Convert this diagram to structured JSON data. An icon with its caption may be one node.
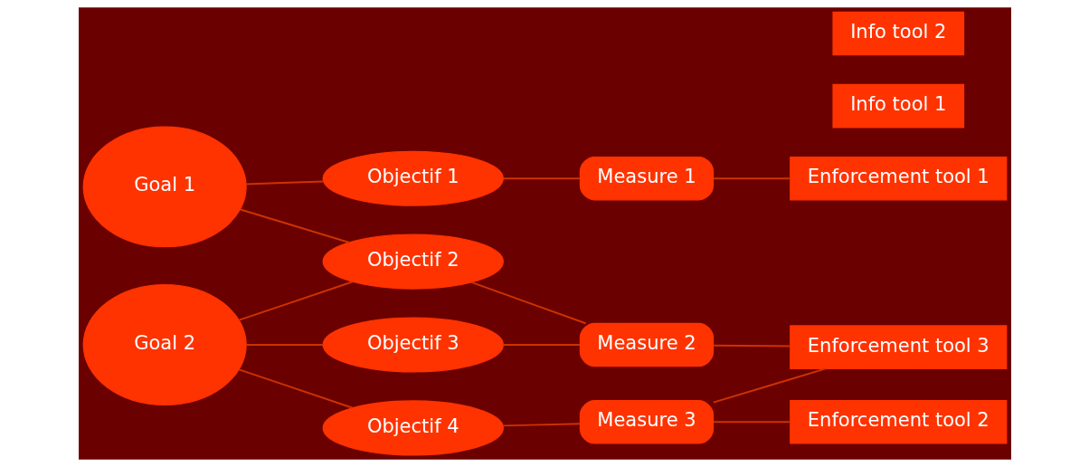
{
  "diagram": {
    "nodes": [
      {
        "text": [
          "Goal 1"
        ]
      },
      {
        "text": [
          "Objectif 1"
        ]
      },
      {
        "text": [
          "Objectif 2"
        ]
      },
      {
        "text": [
          "Goal 2"
        ]
      },
      {
        "text": [
          "Objectif 3"
        ]
      },
      {
        "text": [
          "Objectif 4"
        ]
      },
      {
        "text": [
          "Measure 1"
        ]
      },
      {
        "text": [
          "Measure 2"
        ]
      },
      {
        "text": [
          "Measure 3"
        ]
      },
      {
        "text": [
          "Enforcement tool 1"
        ]
      },
      {
        "text": [
          "Enforcement tool 2"
        ]
      },
      {
        "text": [
          "Enforcement tool 3"
        ]
      },
      {
        "text": [
          "Info tool 1"
        ]
      },
      {
        "text": [
          "Info tool 2"
        ]
      }
    ],
    "edges": [
      {
        "from": 0,
        "to": 1,
        "arrow": "none"
      },
      {
        "from": 1,
        "to": 6,
        "arrow": "none"
      },
      {
        "from": 0,
        "to": 2,
        "arrow": "none"
      },
      {
        "from": 2,
        "to": 3,
        "arrow": "none"
      },
      {
        "from": 3,
        "to": 4,
        "arrow": "none"
      },
      {
        "from": 3,
        "to": 5,
        "arrow": "none"
      },
      {
        "from": 2,
        "to": 7,
        "arrow": "none"
      },
      {
        "from": 4,
        "to": 7,
        "arrow": "none"
      },
      {
        "from": 5,
        "to": 8,
        "arrow": "none"
      },
      {
        "from": 6,
        "to": 9,
        "arrow": "none"
      },
      {
        "from": 7,
        "to": 11,
        "arrow": "none"
      },
      {
        "from": 8,
        "to": 10,
        "arrow": "none"
      },
      {
        "from": 8,
        "to": 11,
        "arrow": "none"
      }
    ]
  }
}
